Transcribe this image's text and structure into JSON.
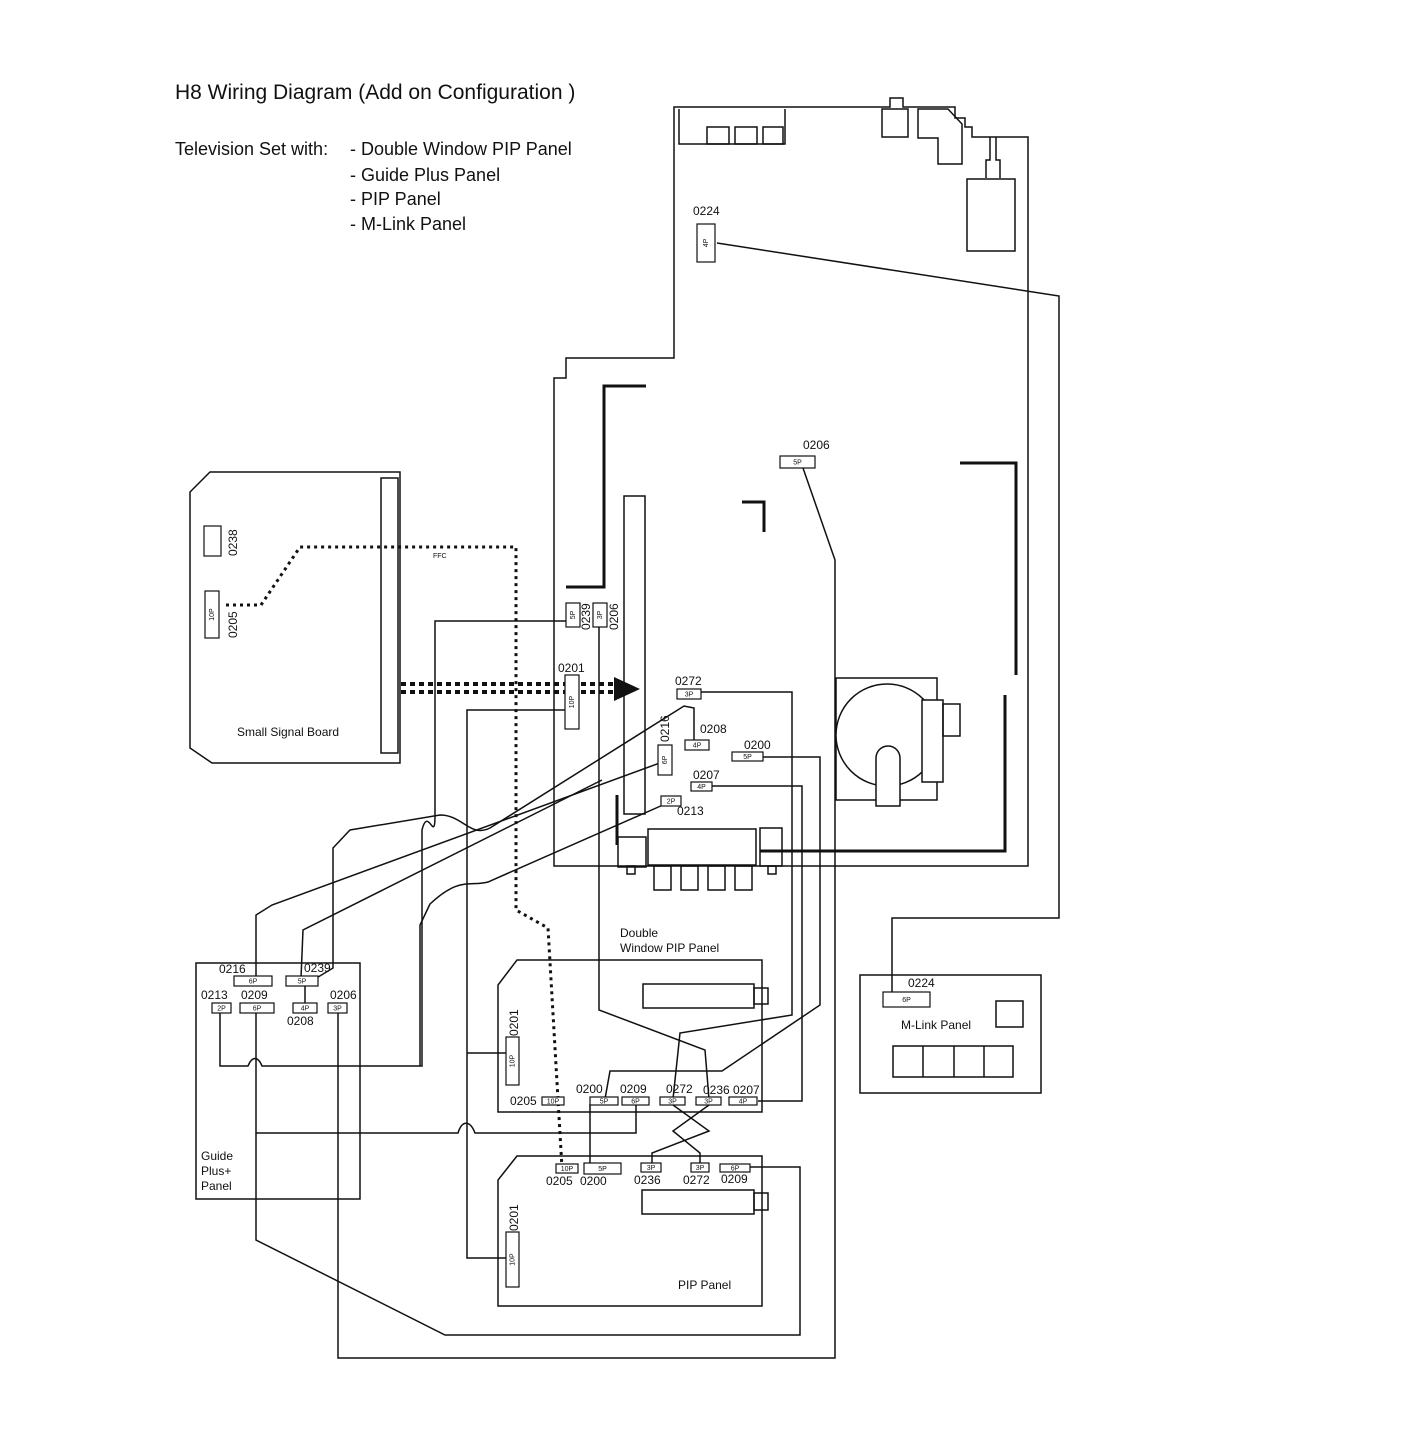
{
  "title": "H8 Wiring Diagram (Add on Configuration )",
  "subtitle_label": "Television Set with:",
  "configuration_items": [
    "- Double Window PIP Panel",
    "- Guide Plus Panel",
    "- PIP Panel",
    "- M-Link Panel"
  ],
  "boards": {
    "small_signal": "Small Signal Board",
    "double_window_line1": "Double",
    "double_window_line2": "Window PIP Panel",
    "guide_plus_line1": "Guide",
    "guide_plus_line2": "Plus+",
    "guide_plus_line3": "Panel",
    "pip_panel": "PIP Panel",
    "m_link_panel": "M-Link Panel"
  },
  "cable_label": "FFC",
  "connectors": {
    "main_0224": "0224",
    "main_0224_pins": "4P",
    "main_0206_top": "0206",
    "main_0206_top_pins": "5P",
    "main_0239": "0239",
    "main_0239_pins": "5P",
    "main_0206_side": "0206",
    "main_0206_side_pins": "3P",
    "main_0201": "0201",
    "main_0201_pins": "10P",
    "main_0272": "0272",
    "main_0272_pins": "3P",
    "main_0216": "0216",
    "main_0216_pins": "6P",
    "main_0208": "0208",
    "main_0208_pins": "4P",
    "main_0200": "0200",
    "main_0200_pins": "5P",
    "main_0207": "0207",
    "main_0207_pins": "4P",
    "main_0213": "0213",
    "main_0213_pins": "2P",
    "ssb_0238": "0238",
    "ssb_0205": "0205",
    "ssb_0205_pins": "10P",
    "gp_0216": "0216",
    "gp_0216_pins": "6P",
    "gp_0239": "0239",
    "gp_0239_pins": "5P",
    "gp_0213": "0213",
    "gp_0213_pins": "2P",
    "gp_0209": "0209",
    "gp_0209_pins": "6P",
    "gp_0208": "0208",
    "gp_0208_pins": "4P",
    "gp_0206": "0206",
    "gp_0206_pins": "3P",
    "dw_0201": "0201",
    "dw_0201_pins": "10P",
    "dw_0205": "0205",
    "dw_0205_pins": "10P",
    "dw_0200": "0200",
    "dw_0200_pins": "5P",
    "dw_0209": "0209",
    "dw_0209_pins": "6P",
    "dw_0272": "0272",
    "dw_0272_pins": "3P",
    "dw_0236": "0236",
    "dw_0236_pins": "3P",
    "dw_0207": "0207",
    "dw_0207_pins": "4P",
    "pip_0205": "0205",
    "pip_0205_pins": "10P",
    "pip_0200": "0200",
    "pip_0200_pins": "5P",
    "pip_0236": "0236",
    "pip_0236_pins": "3P",
    "pip_0272": "0272",
    "pip_0272_pins": "3P",
    "pip_0209": "0209",
    "pip_0209_pins": "6P",
    "pip_0201": "0201",
    "pip_0201_pins": "10P",
    "ml_0224": "0224",
    "ml_0224_pins": "6P"
  }
}
